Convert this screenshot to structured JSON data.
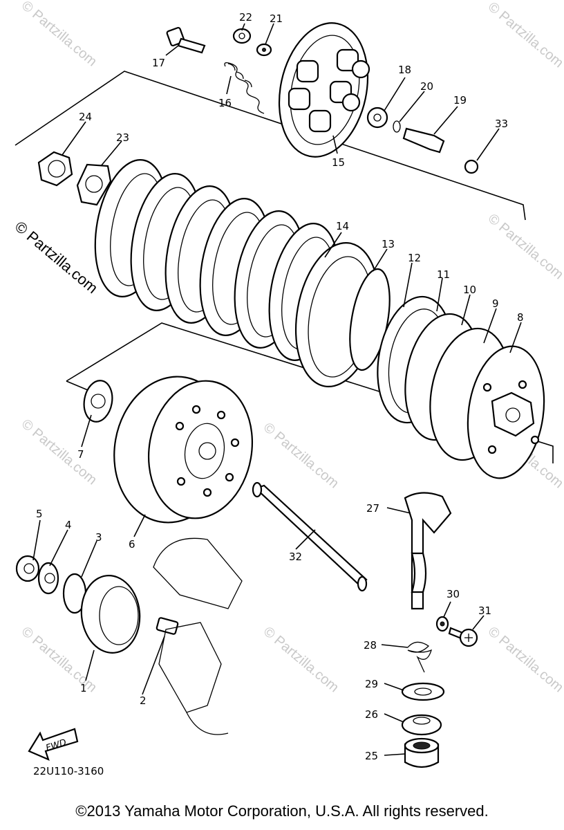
{
  "watermark": "© Partzilla.com",
  "diagram_code": "22U110-3160",
  "fwd_label": "FWD",
  "copyright": "©2013  Yamaha Motor Corporation, U.S.A. All rights reserved.",
  "callouts": [
    "1",
    "2",
    "3",
    "4",
    "5",
    "6",
    "7",
    "8",
    "9",
    "10",
    "11",
    "12",
    "13",
    "14",
    "15",
    "16",
    "17",
    "18",
    "19",
    "20",
    "21",
    "22",
    "23",
    "24",
    "25",
    "26",
    "27",
    "28",
    "29",
    "30",
    "31",
    "32",
    "33"
  ]
}
